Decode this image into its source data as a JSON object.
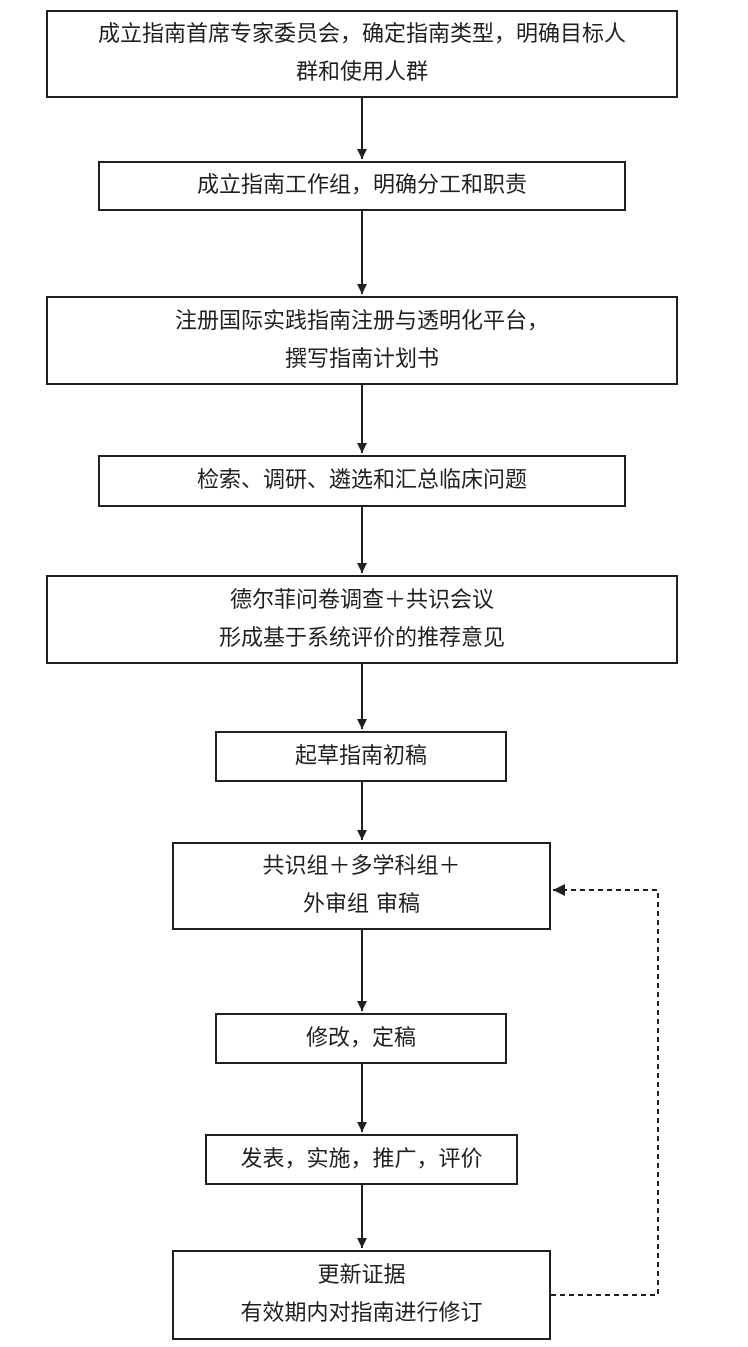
{
  "flowchart": {
    "steps": [
      {
        "lines": [
          "成立指南首席专家委员会，确定指南类型，明确目标人",
          "群和使用人群"
        ]
      },
      {
        "lines": [
          "成立指南工作组，明确分工和职责"
        ]
      },
      {
        "lines": [
          "注册国际实践指南注册与透明化平台，",
          "撰写指南计划书"
        ]
      },
      {
        "lines": [
          "检索、调研、遴选和汇总临床问题"
        ]
      },
      {
        "lines": [
          "德尔菲问卷调查＋共识会议",
          "形成基于系统评价的推荐意见"
        ]
      },
      {
        "lines": [
          "起草指南初稿"
        ]
      },
      {
        "lines": [
          "共识组＋多学科组＋",
          "外审组 审稿"
        ]
      },
      {
        "lines": [
          "修改，定稿"
        ]
      },
      {
        "lines": [
          "发表，实施，推广，评价"
        ]
      },
      {
        "lines": [
          "更新证据",
          "有效期内对指南进行修订"
        ]
      }
    ],
    "arrow_color": "#231f20",
    "feedback_loop": {
      "from_step": 10,
      "to_step": 7,
      "style": "dashed"
    }
  }
}
